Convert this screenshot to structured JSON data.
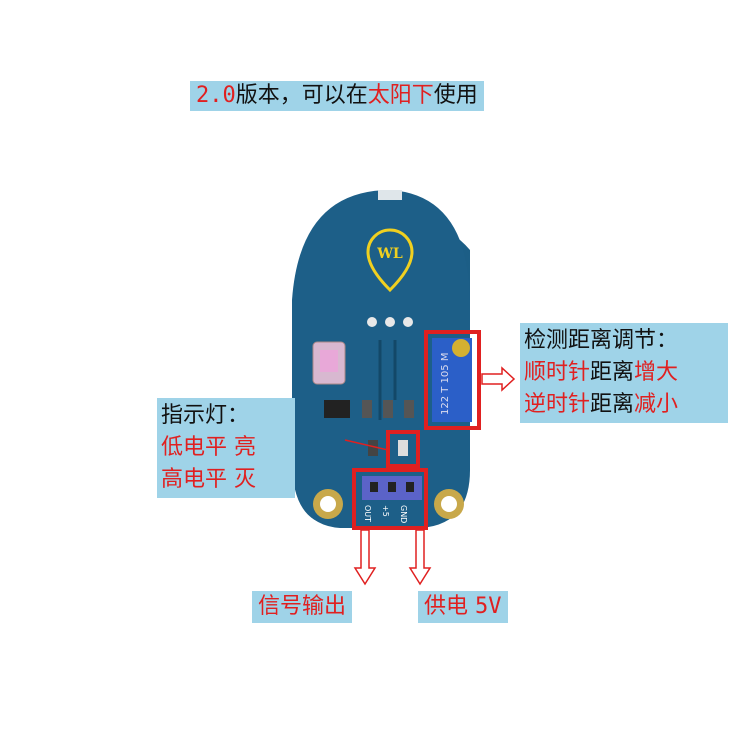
{
  "title": {
    "v": "2.0",
    "a": "版本，可以在",
    "b": "太阳下",
    "c": "使用"
  },
  "distance": {
    "heading": "检测距离调节：",
    "line1_a": "顺时针",
    "line1_b": "距离",
    "line1_c": "增大",
    "line2_a": "逆时针",
    "line2_b": "距离",
    "line2_c": "减小"
  },
  "indicator": {
    "heading": "指示灯：",
    "line1": "低电平 亮",
    "line2": "高电平 灭"
  },
  "signal": {
    "label": "信号输出"
  },
  "power": {
    "label_a": "供电 ",
    "label_b": "5V"
  },
  "board": {
    "logo": "WL",
    "pot_marking": "122 T 105 M",
    "pins": [
      "OUT",
      "+5",
      "GND"
    ]
  },
  "colors": {
    "board": "#1c5e86",
    "label_bg": "#9fd3e8",
    "highlight": "#e02020"
  }
}
